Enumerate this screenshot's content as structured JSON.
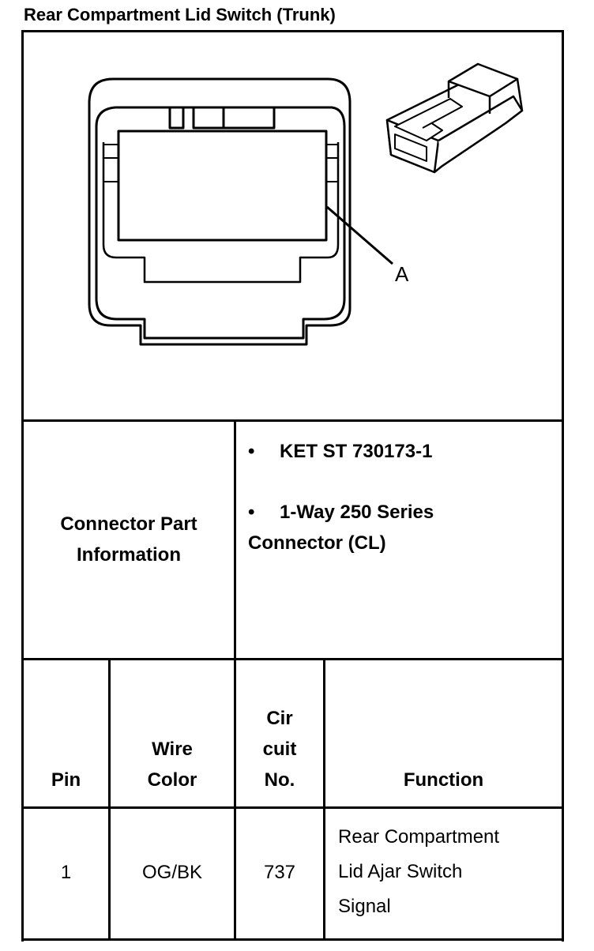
{
  "title": "Rear Compartment Lid Switch (Trunk)",
  "diagram": {
    "callout_label": "A"
  },
  "connector_info": {
    "label_line1": "Connector Part",
    "label_line2": "Information",
    "items": [
      "KET ST 730173-1",
      "1-Way 250 Series",
      "Connector (CL)"
    ],
    "bullet": "•"
  },
  "pin_table": {
    "headers": {
      "pin": "Pin",
      "wire_color": [
        "Wire",
        "Color"
      ],
      "circuit": [
        "Cir",
        "cuit",
        "No."
      ],
      "function": "Function"
    },
    "rows": [
      {
        "pin": "1",
        "wire_color": "OG/BK",
        "circuit": "737",
        "function": [
          "Rear Compartment",
          "Lid Ajar Switch",
          "Signal"
        ]
      }
    ]
  }
}
